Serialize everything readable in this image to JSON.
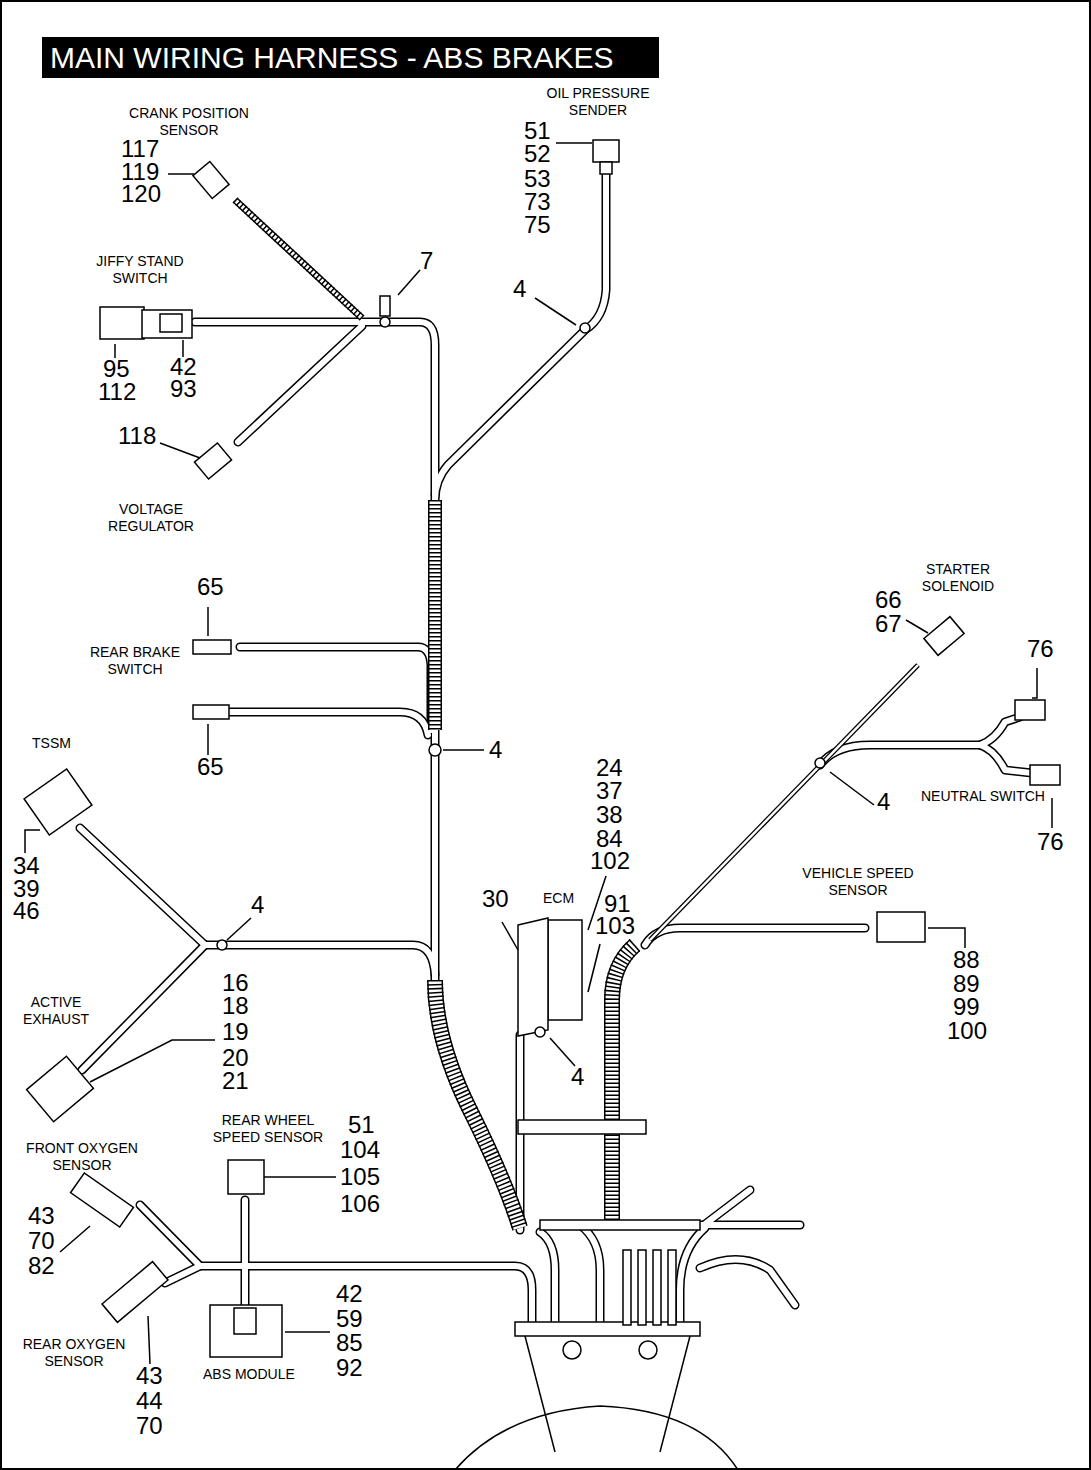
{
  "diagram": {
    "title": "MAIN WIRING HARNESS - ABS BRAKES",
    "labels": [
      "CRANK POSITION SENSOR",
      "117",
      "119",
      "120",
      "OIL PRESSURE SENDER",
      "51",
      "52",
      "53",
      "73",
      "75",
      "7",
      "JIFFY STAND SWITCH",
      "4",
      "42",
      "95",
      "93",
      "112",
      "118",
      "VOLTAGE REGULATOR",
      "65",
      "STARTER SOLENOID",
      "66",
      "67",
      "76",
      "REAR BRAKE SWITCH",
      "TSSM",
      "4",
      "65",
      "24",
      "37",
      "38",
      "NEUTRAL SWITCH",
      "4",
      "84",
      "76",
      "102",
      "34",
      "VEHICLE SPEED SENSOR",
      "39",
      "30",
      "ECM",
      "91",
      "4",
      "46",
      "103",
      "88",
      "16",
      "89",
      "18",
      "ACTIVE EXHAUST",
      "99",
      "100",
      "19",
      "20",
      "4",
      "21",
      "REAR WHEEL SPEED SENSOR",
      "51",
      "104",
      "FRONT OXYGEN SENSOR",
      "105",
      "106",
      "43",
      "70",
      "82",
      "42",
      "59",
      "85",
      "REAR OXYGEN SENSOR",
      "92",
      "43",
      "ABS MODULE",
      "44",
      "70"
    ]
  }
}
